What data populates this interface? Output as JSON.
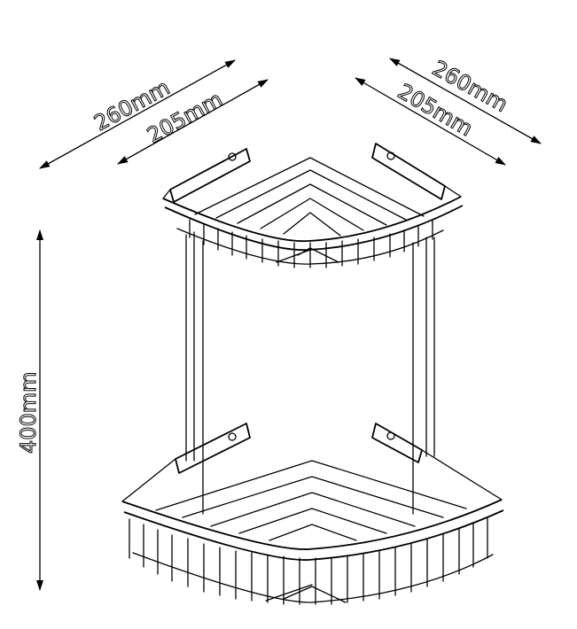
{
  "dimensions": {
    "left_width_outer": "260mm",
    "left_width_inner": "205mm",
    "right_width_outer": "260mm",
    "right_width_inner": "205mm",
    "height": "400mm"
  },
  "colors": {
    "line": "#000000",
    "background": "#ffffff"
  },
  "basket_tiers": 2
}
